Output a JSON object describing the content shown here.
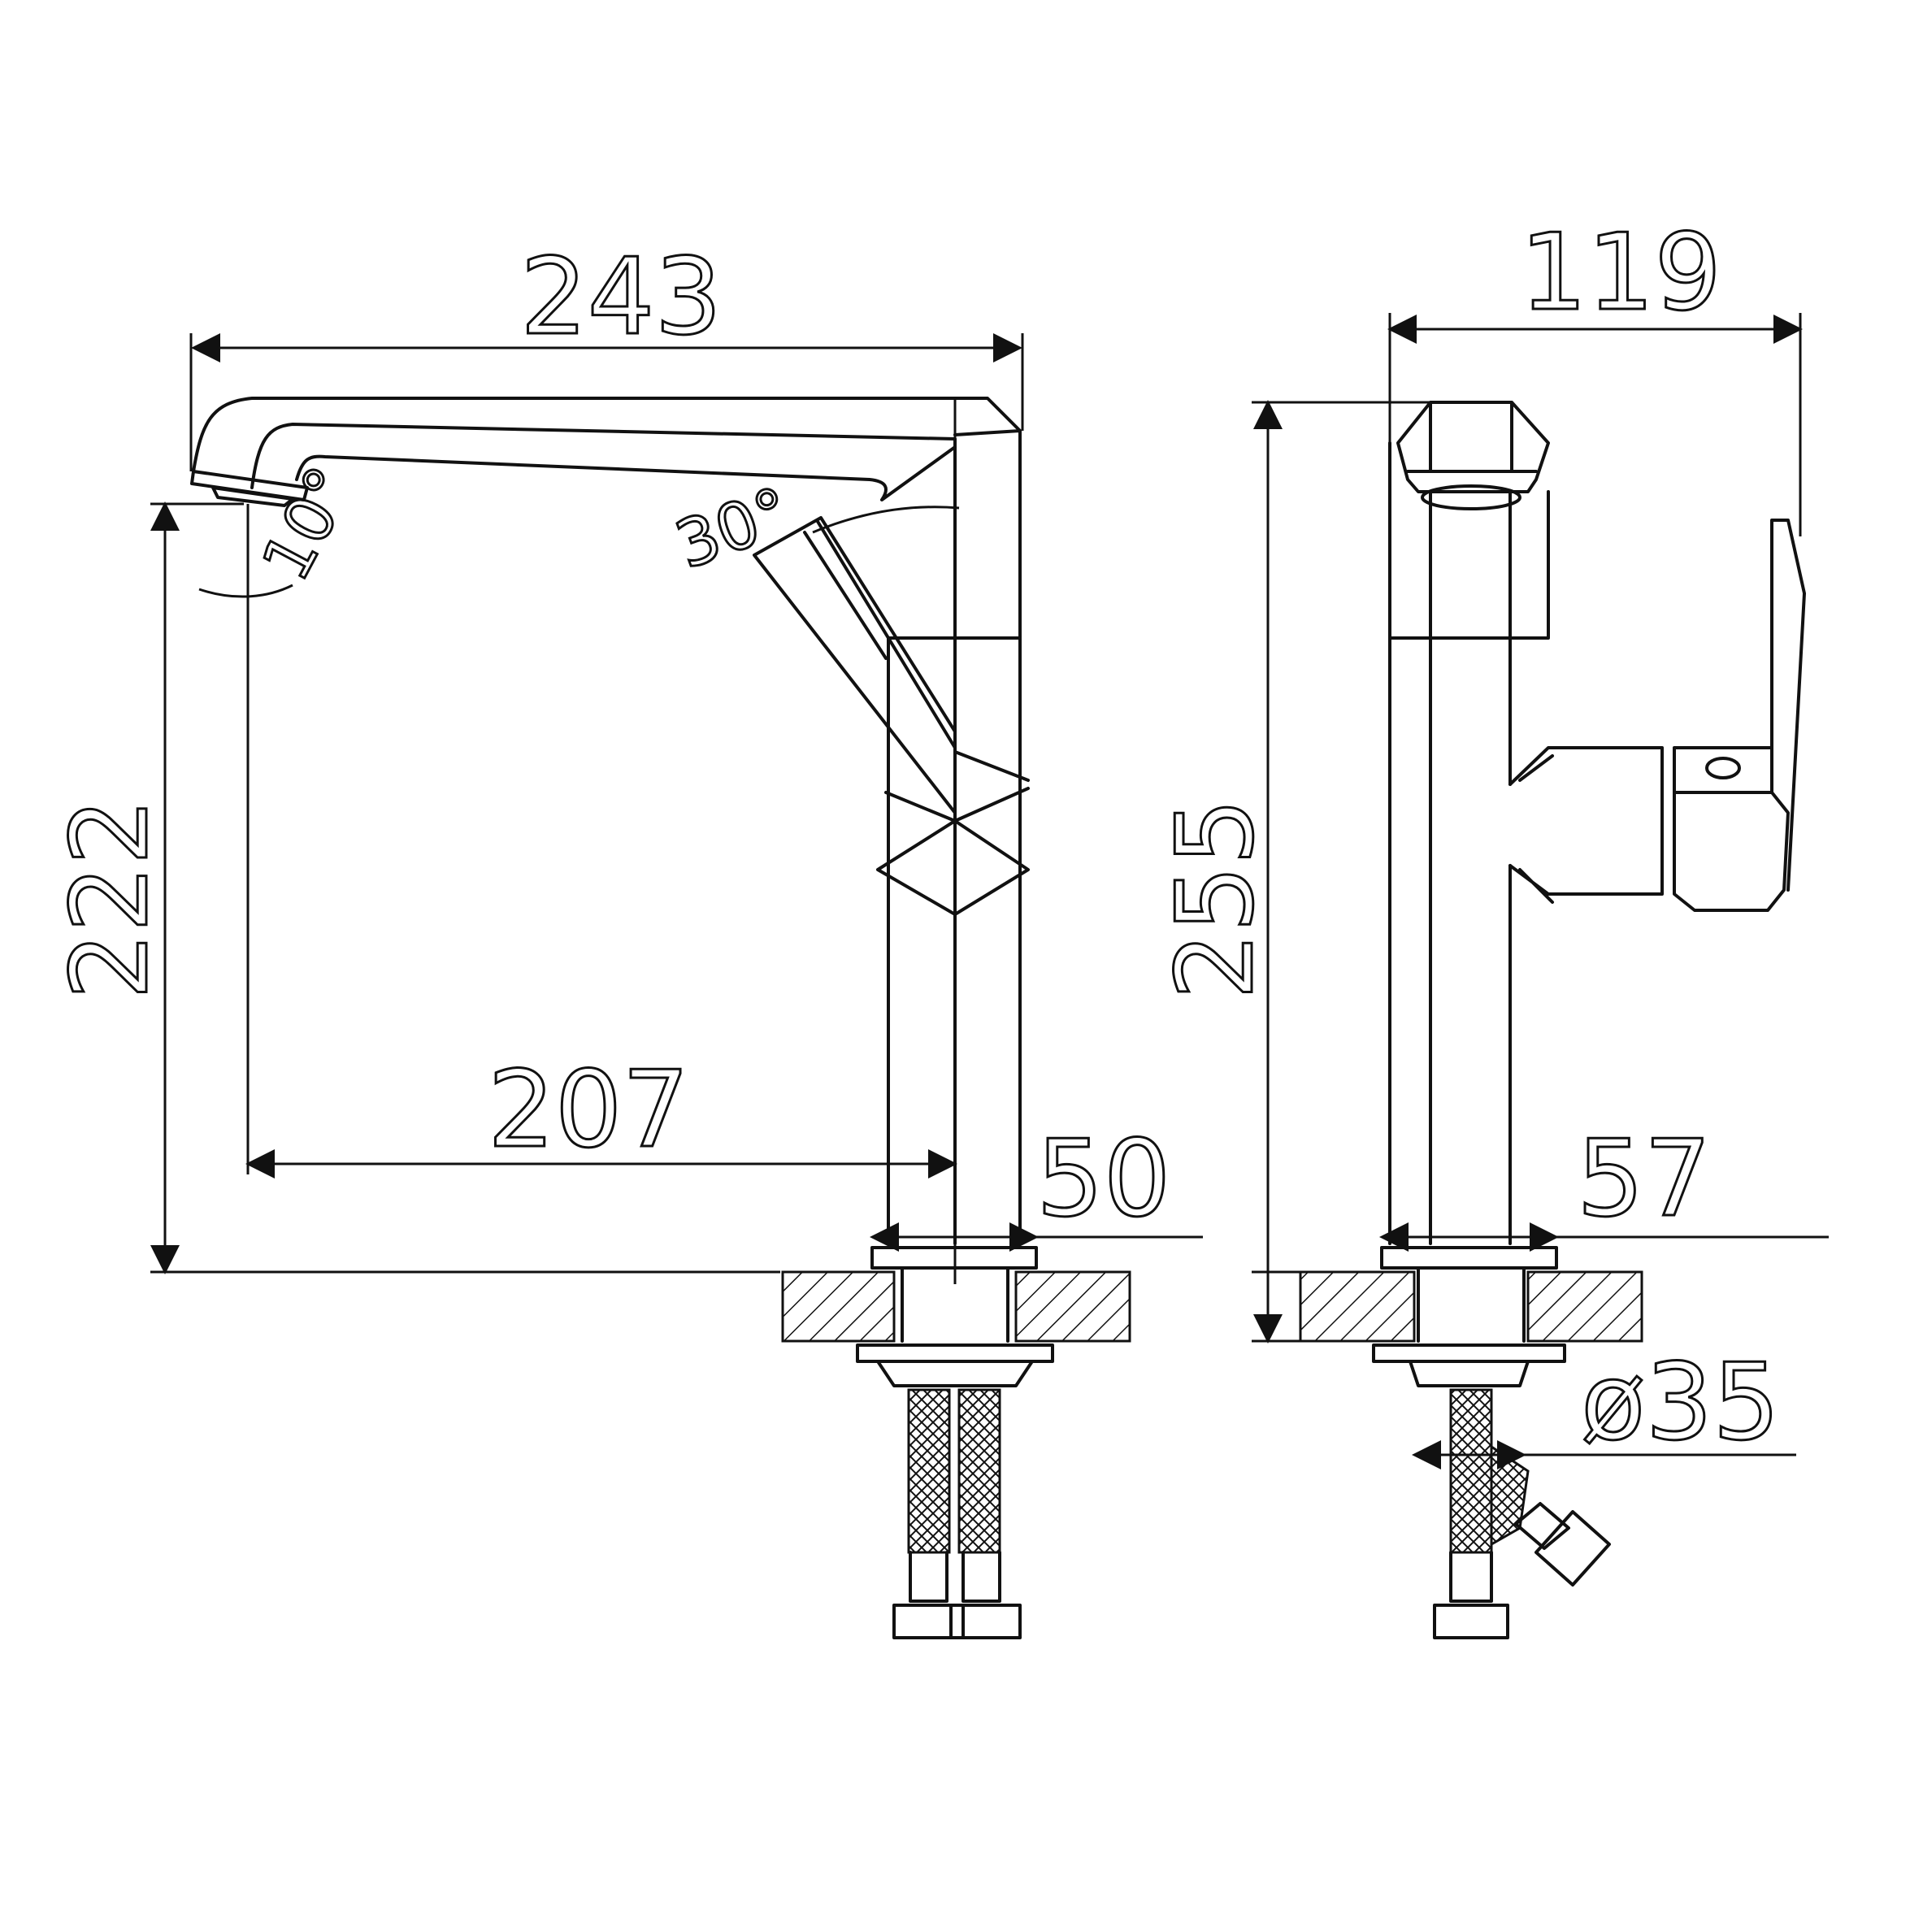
{
  "dimensions": {
    "front_width": "243",
    "spout_height": "222",
    "spout_reach": "207",
    "base_width_front": "50",
    "spout_angle": "10°",
    "lever_angle": "30°",
    "side_width": "119",
    "side_height": "255",
    "base_width_side": "57",
    "shank_diameter": "ø35"
  }
}
